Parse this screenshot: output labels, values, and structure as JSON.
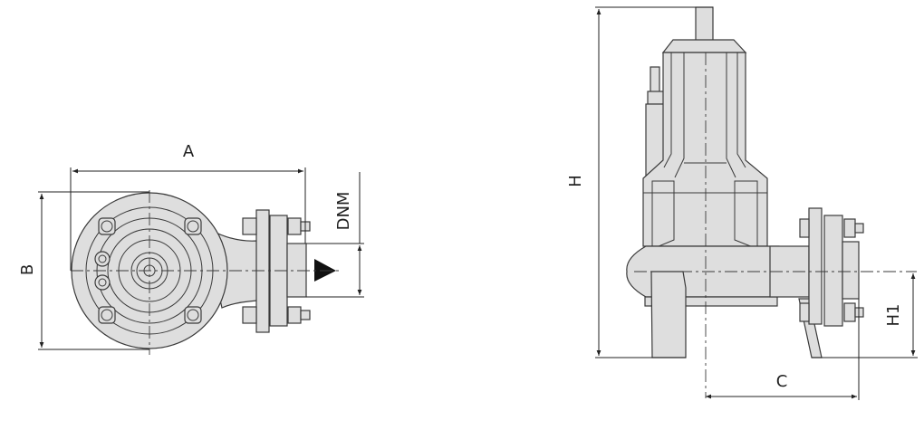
{
  "drawing": {
    "fill_color": "#dedede",
    "line_color": "#3a3a3a",
    "front_view": {
      "labels": {
        "width": "A",
        "height": "B",
        "outlet": "DNM"
      }
    },
    "side_view": {
      "labels": {
        "height": "H",
        "outlet_height": "H1",
        "outlet_offset": "C"
      }
    }
  }
}
